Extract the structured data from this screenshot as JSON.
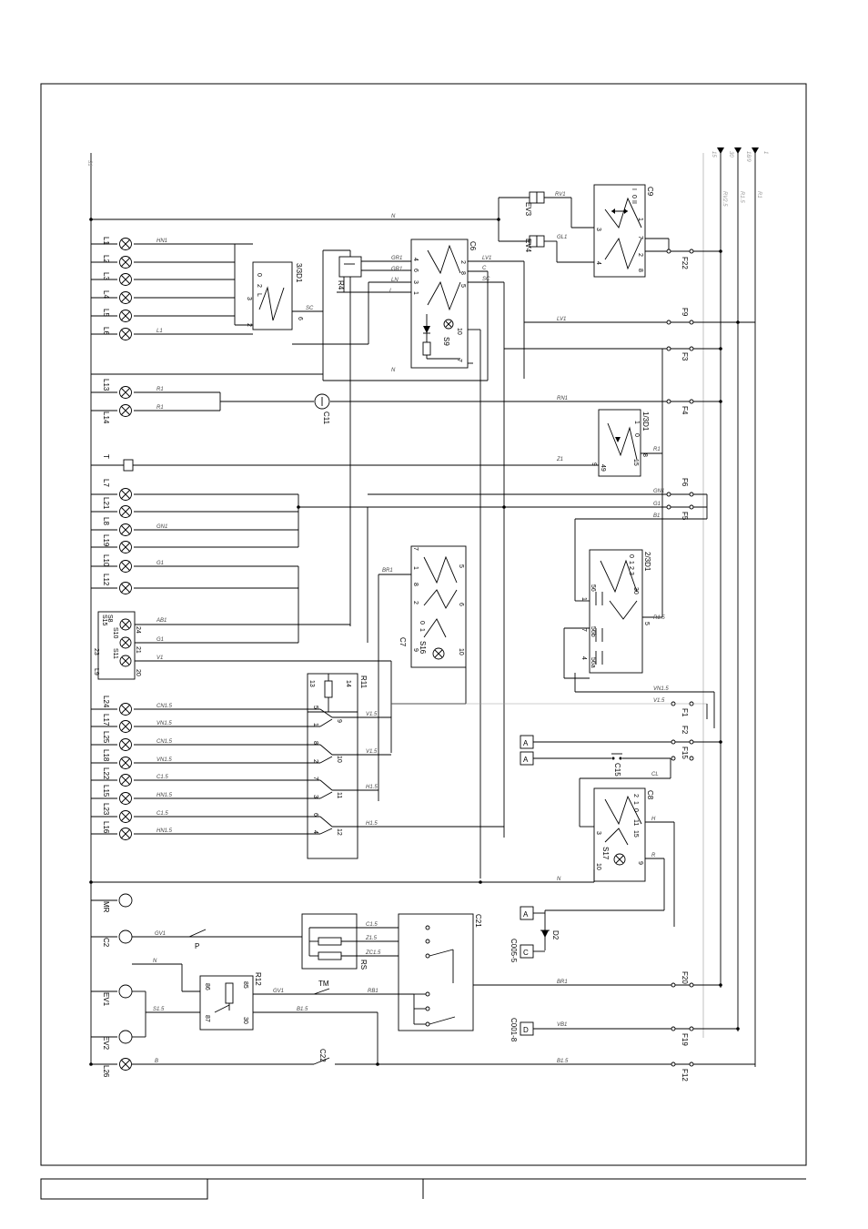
{
  "frame_labels": {
    "bus_left": "31",
    "bus_right": [
      "15",
      "30",
      "18/9",
      "1"
    ]
  },
  "components": {
    "lamps_top": [
      "L1",
      "L2",
      "L3",
      "L4",
      "L5",
      "L6"
    ],
    "lamps_mid": [
      "L13",
      "L14"
    ],
    "T": "T",
    "lamps_lower": [
      "L7",
      "L21",
      "L8",
      "L19",
      "L10",
      "L12"
    ],
    "switch_block": [
      "S8",
      "S10",
      "S15",
      "S11",
      "L9"
    ],
    "switch_pins": [
      "24",
      "21",
      "23",
      "20"
    ],
    "lamps_bottom": [
      "L24",
      "L17",
      "L25",
      "L18",
      "L22",
      "L15",
      "L23",
      "L16"
    ],
    "misc_left": [
      "MR",
      "C2",
      "EV1",
      "EV2",
      "L26"
    ],
    "modules": {
      "c9": "C9",
      "c9_pins": [
        "1",
        "2",
        "3",
        "4",
        "7",
        "8"
      ],
      "c9_pos": [
        "I",
        "0",
        "II"
      ],
      "ev3": "EV3",
      "ev4": "EV4",
      "c6": "C6",
      "c6_pins": [
        "4",
        "6",
        "3",
        "1",
        "2",
        "8",
        "5",
        "10",
        "7"
      ],
      "r4": "R4",
      "s9": "S9",
      "sd3": "3/3D1",
      "sd3_pins": [
        "3",
        "2",
        "6"
      ],
      "sd3_pos": [
        "0",
        "2",
        "L"
      ],
      "sd1": "1/3D1",
      "sd1_pins": [
        "8",
        "15",
        "49",
        "9"
      ],
      "sd1_pos": [
        "1",
        "0"
      ],
      "c11": "C11",
      "c7": "C7",
      "c7_pins": [
        "7",
        "1",
        "8",
        "2",
        "5",
        "6",
        "0",
        "1",
        "9",
        "10"
      ],
      "s16": "S16",
      "sd2": "2/3D1",
      "sd2_pins": [
        "56",
        "1",
        "7",
        "4",
        "30",
        "5",
        "56b",
        "56a"
      ],
      "sd2_pos": [
        "0",
        "1",
        "2",
        "3"
      ],
      "r11": "R11",
      "r11_pins": [
        "13",
        "14",
        "5",
        "1",
        "8",
        "2",
        "7",
        "3",
        "6",
        "4",
        "9",
        "10",
        "11",
        "12"
      ],
      "c8": "C8",
      "c8_pins": [
        "2",
        "1",
        "0",
        "11",
        "15",
        "3",
        "10",
        "9"
      ],
      "s17": "S17",
      "c15": "C15",
      "c21": "C21",
      "rs": "RS",
      "p": "P",
      "tm": "TM",
      "r12": "R12",
      "r12_pins": [
        "86",
        "85",
        "87",
        "30"
      ],
      "d2": "D2",
      "c22": "C22",
      "conn_a1": "A",
      "conn_a2": "A",
      "conn_a3": "A",
      "conn_c": "C",
      "conn_c_ref": "C005-5",
      "conn_d": "D",
      "conn_d_ref": "C001-8"
    }
  },
  "fuses": [
    "F22",
    "F9",
    "F3",
    "F4",
    "F6",
    "F5",
    "F1",
    "F2",
    "F15",
    "F20",
    "F19",
    "F12"
  ],
  "wire_labels": {
    "n": "N",
    "rv1": "RV1",
    "gl1": "GL1",
    "rv25": "RV2.5",
    "r15": "R1.5",
    "r1t": "R1",
    "hn1": "HN1",
    "l1": "L1",
    "gr1": "GR1",
    "gr1b": "GR1",
    "ln": "LN",
    "lv1": "LV1",
    "c": "C",
    "sc": "SC",
    "sc2": "SC",
    "i": "I",
    "lv1b": "LV1",
    "r1a": "R1",
    "r1b": "R1",
    "rn1": "RN1",
    "z1": "Z1",
    "r1c": "R1",
    "gn1": "GN1",
    "gn1b": "GN1",
    "g1": "G1",
    "b1": "B1",
    "g1b": "G1",
    "br1": "BR1",
    "ab1": "AB1",
    "g1c": "G1",
    "v1": "V1",
    "r15b": "R1.5",
    "vn15": "VN1.5",
    "v15": "V1.5",
    "cn15": "CN1.5",
    "vn15b": "VN1.5",
    "cn15b": "CN1.5",
    "vn15c": "VN1.5",
    "c15": "C1.5",
    "hn15": "HN1.5",
    "c15b": "C1.5",
    "hn15b": "HN1.5",
    "v15a": "V1.5",
    "v15b": "V1.5",
    "h15a": "H1.5",
    "h15b": "H1.5",
    "cl": "CL",
    "h": "H",
    "r": "R",
    "n2": "N",
    "c15c": "C1.5",
    "z15": "Z1.5",
    "zc15": "ZC1.5",
    "gv1": "GV1",
    "gv1b": "GV1",
    "n3": "N",
    "s15": "S1.5",
    "b15": "B1.5",
    "rb1": "RB1",
    "br1b": "BR1",
    "vb1": "VB1",
    "b": "B",
    "b15b": "B1.5"
  },
  "title_block": {
    "cell_1": "",
    "cell_2": "",
    "cell_3": ""
  }
}
